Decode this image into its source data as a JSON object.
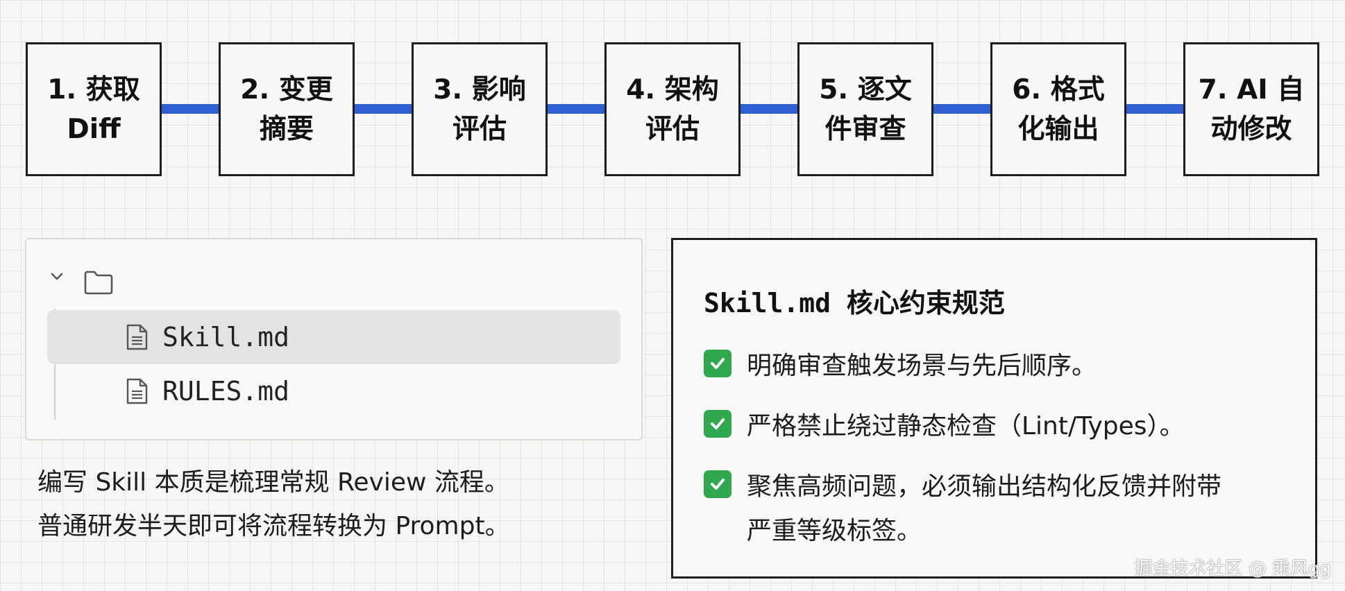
{
  "pipeline": {
    "connector_color": "#2f5fd1",
    "steps": [
      {
        "line1": "1. 获取",
        "line2": "Diff"
      },
      {
        "line1": "2. 变更",
        "line2": "摘要"
      },
      {
        "line1": "3. 影响",
        "line2": "评估"
      },
      {
        "line1": "4. 架构",
        "line2": "评估"
      },
      {
        "line1": "5. 逐文",
        "line2": "件审查"
      },
      {
        "line1": "6. 格式",
        "line2": "化输出"
      },
      {
        "line1": "7. AI 自",
        "line2": "动修改"
      }
    ]
  },
  "explorer": {
    "folder_icon": "folder-icon",
    "expand_icon": "chevron-down-icon",
    "files": [
      {
        "name": "Skill.md",
        "icon": "file-text-icon",
        "selected": true
      },
      {
        "name": "RULES.md",
        "icon": "file-text-icon",
        "selected": false
      }
    ]
  },
  "caption": {
    "line1": "编写 Skill 本质是梳理常规 Review 流程。",
    "line2": "普通研发半天即可将流程转换为 Prompt。"
  },
  "rules": {
    "title": "Skill.md 核心约束规范",
    "check_color": "#2fa84f",
    "items": [
      {
        "line1": "明确审查触发场景与先后顺序。",
        "line2": ""
      },
      {
        "line1": "严格禁止绕过静态检查（Lint/Types）。",
        "line2": ""
      },
      {
        "line1": "聚焦高频问题，必须输出结构化反馈并附带",
        "line2": "严重等级标签。"
      }
    ]
  },
  "watermark": "掘金技术社区 @ 乘风gg"
}
